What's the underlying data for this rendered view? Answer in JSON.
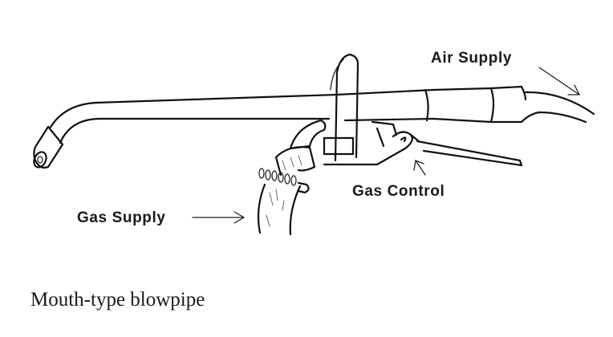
{
  "figure": {
    "caption": "Mouth-type blowpipe",
    "labels": {
      "air_supply": "Air Supply",
      "gas_supply": "Gas Supply",
      "gas_control": "Gas Control"
    },
    "colors": {
      "ink": "#111111",
      "background": "#ffffff"
    }
  }
}
